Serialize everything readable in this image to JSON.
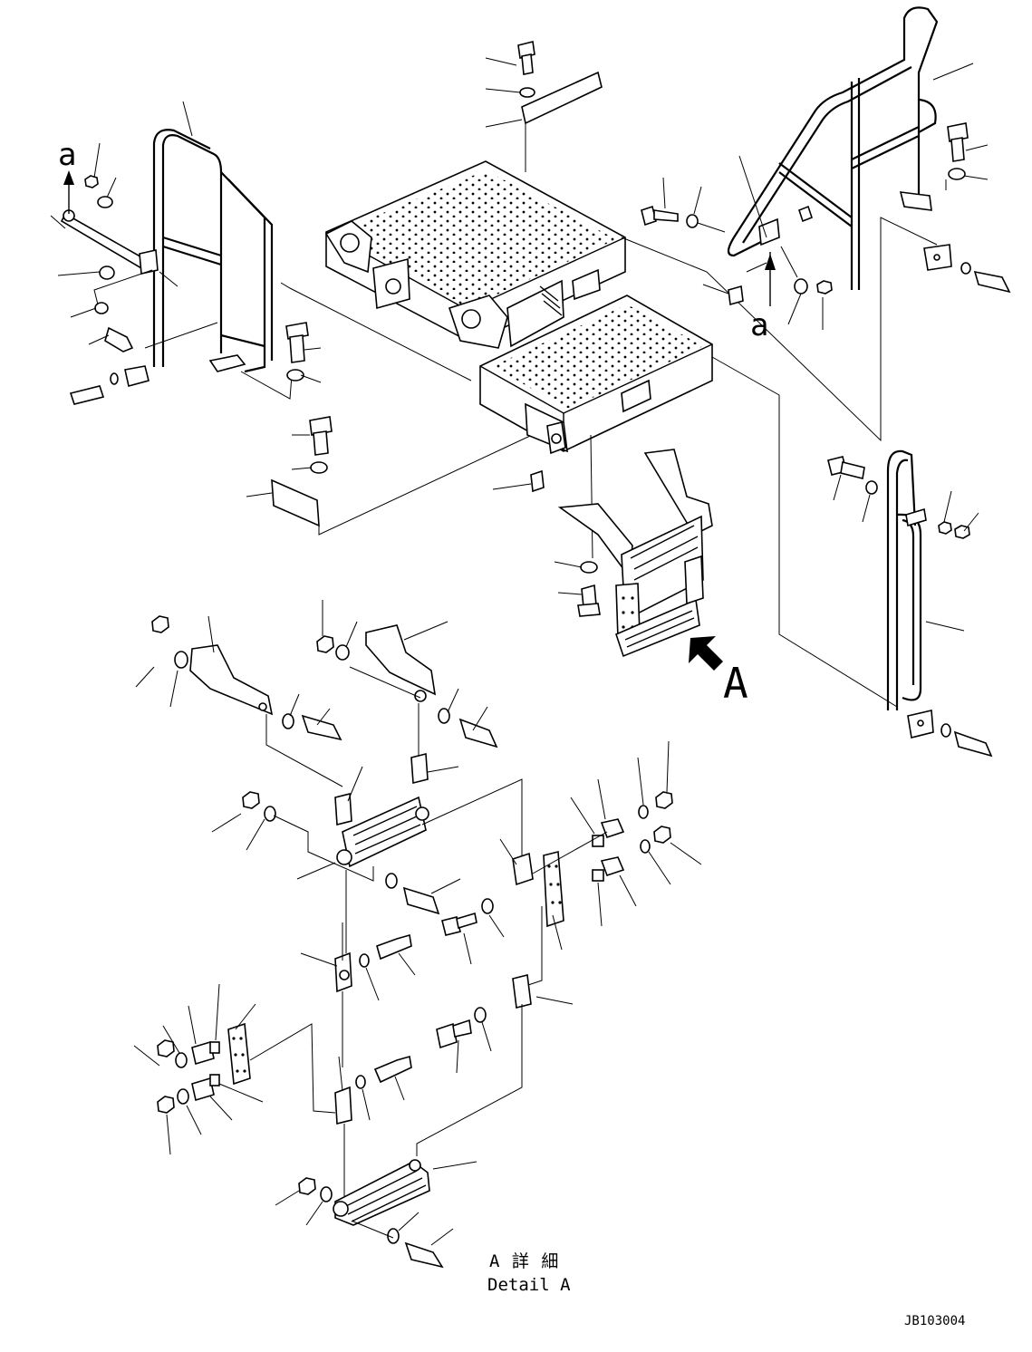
{
  "view_marks": {
    "left_arrow_label": "a",
    "right_arrow_label": "a",
    "detail_arrow_label": "A"
  },
  "detail_caption": {
    "line1": "A 詳 細",
    "line2": "Detail A"
  },
  "drawing_code": "JB103004"
}
